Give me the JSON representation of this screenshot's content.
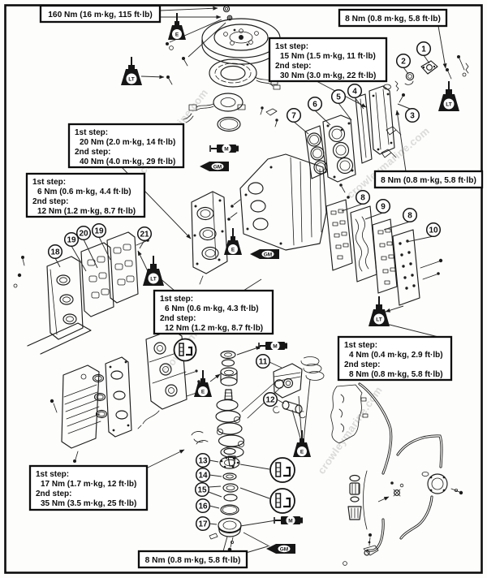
{
  "watermark": "crowleymarine.com",
  "callouts": [
    {
      "name": "flywheel-nut-torque",
      "lines": [
        "160 Nm (16 m·kg, 115 ft·lb)"
      ]
    },
    {
      "name": "top-right-bolt-torque",
      "lines": [
        "8 Nm (0.8 m·kg, 5.8 ft·lb)"
      ]
    },
    {
      "name": "cylinder-head-torque",
      "lines": [
        "1st step:",
        "15 Nm (1.5 m·kg, 11 ft·lb)",
        "2nd step:",
        "30 Nm (3.0 m·kg, 22 ft·lb)"
      ]
    },
    {
      "name": "crankcase-main-torque",
      "lines": [
        "1st step:",
        "20 Nm (2.0 m·kg, 14 ft·lb)",
        "2nd step:",
        "40 Nm (4.0 m·kg, 29 ft·lb)"
      ]
    },
    {
      "name": "exhaust-cover-torque",
      "lines": [
        "1st step:",
        "6 Nm (0.6 m·kg, 4.4 ft·lb)",
        "2nd step:",
        "12 Nm (1.2 m·kg, 8.7 ft·lb)"
      ]
    },
    {
      "name": "head-cover-bolt-torque",
      "lines": [
        "8 Nm (0.8 m·kg, 5.8 ft·lb)"
      ]
    },
    {
      "name": "crankcase-small-torque",
      "lines": [
        "1st step:",
        "6 Nm (0.6 m·kg, 4.3 ft·lb)",
        "2nd step:",
        "12 Nm (1.2 m·kg, 8.7 ft·lb)"
      ]
    },
    {
      "name": "end-plate-torque",
      "lines": [
        "1st step:",
        "4 Nm (0.4 m·kg, 2.9 ft·lb)",
        "2nd step:",
        "8 Nm (0.8 m·kg, 5.8 ft·lb)"
      ]
    },
    {
      "name": "mount-bolt-torque",
      "lines": [
        "1st step:",
        "17 Nm (1.7 m·kg, 12 ft·lb)",
        "2nd step:",
        "35 Nm (3.5 m·kg, 25 ft·lb)"
      ]
    },
    {
      "name": "lower-housing-torque",
      "lines": [
        "8 Nm (0.8 m·kg, 5.8 ft·lb)"
      ]
    }
  ],
  "part_labels": [
    "1",
    "2",
    "3",
    "4",
    "5",
    "6",
    "7",
    "8",
    "9",
    "8",
    "10",
    "11",
    "12",
    "13",
    "14",
    "15",
    "16",
    "17",
    "18",
    "19",
    "20",
    "19",
    "21"
  ],
  "lube_codes": {
    "e": "E",
    "lt": "LT",
    "m": "M",
    "gm": "GM"
  }
}
